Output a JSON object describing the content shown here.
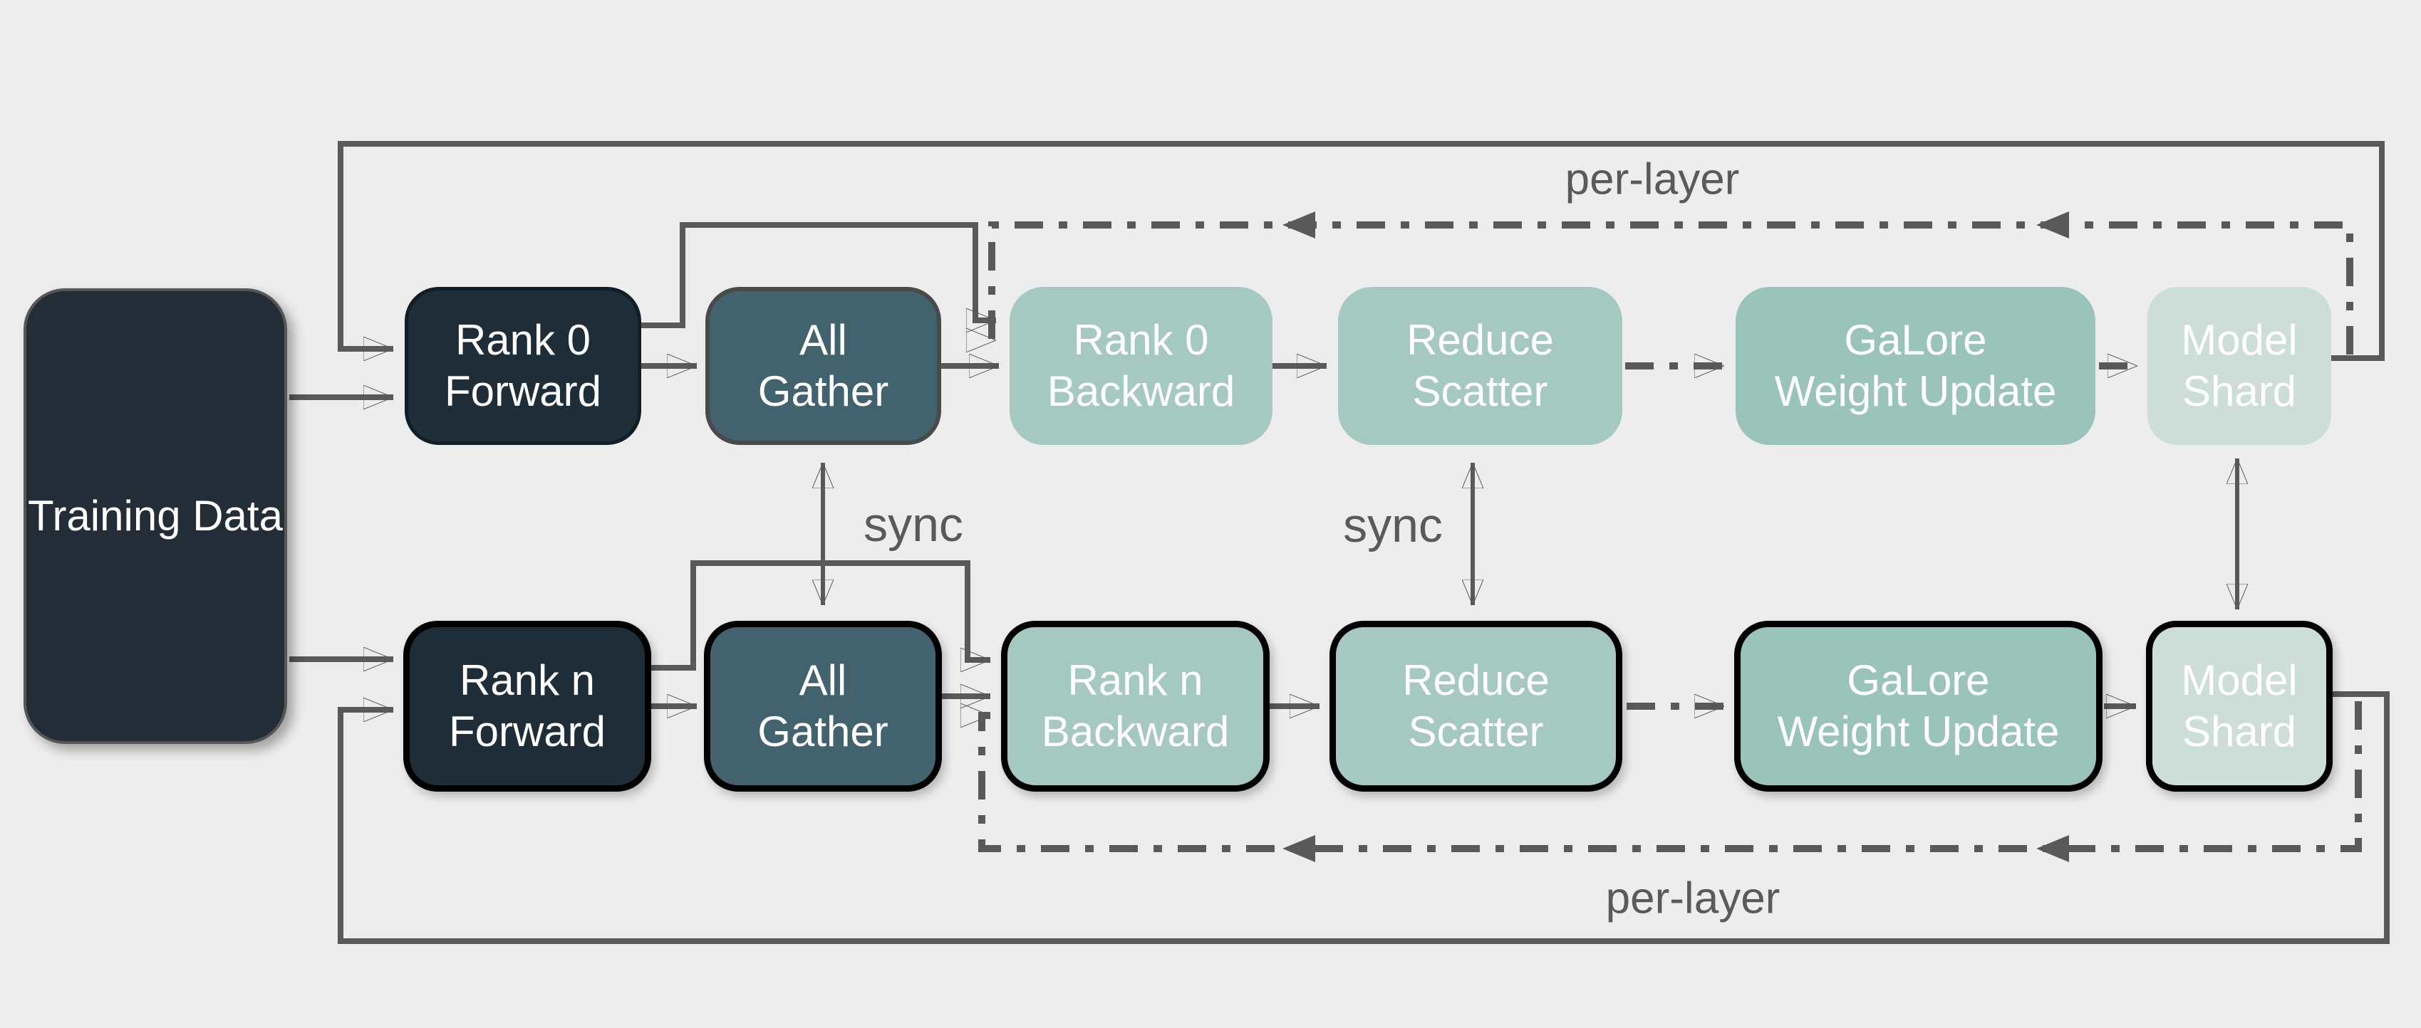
{
  "diagram": {
    "background_color": "#ededed",
    "connector_color": "#595959",
    "annotation_text_color": "#5a5a5a",
    "annotations": {
      "per_layer_top": "per-layer",
      "per_layer_bottom": "per-layer",
      "sync_all_gather": "sync",
      "sync_reduce_scatter": "sync"
    },
    "training_data": {
      "label": "Training Data",
      "fill": "#232d37",
      "text_color": "#ffffff"
    },
    "rows": [
      {
        "name": "rank-0",
        "nodes": [
          {
            "id": "rank-0-forward",
            "label": "Rank 0\nForward",
            "fill": "#1e2d38",
            "text_color": "#ffffff"
          },
          {
            "id": "all-gather",
            "label": "All\nGather",
            "fill": "#42636e",
            "text_color": "#ffffff"
          },
          {
            "id": "rank-0-backward",
            "label": "Rank 0\nBackward",
            "fill": "#a5c9c1",
            "text_color": "#ffffff"
          },
          {
            "id": "reduce-scatter",
            "label": "Reduce\nScatter",
            "fill": "#a5c9c1",
            "text_color": "#ffffff"
          },
          {
            "id": "galore-weight-update",
            "label": "GaLore\nWeight Update",
            "fill": "#9ac3b9",
            "text_color": "#ffffff"
          },
          {
            "id": "model-shard",
            "label": "Model\nShard",
            "fill": "#cdded9",
            "text_color": "#ffffff"
          }
        ]
      },
      {
        "name": "rank-n",
        "nodes": [
          {
            "id": "rank-n-forward",
            "label": "Rank n\nForward",
            "fill": "#1e2d38",
            "text_color": "#ffffff"
          },
          {
            "id": "all-gather",
            "label": "All\nGather",
            "fill": "#42636e",
            "text_color": "#ffffff"
          },
          {
            "id": "rank-n-backward",
            "label": "Rank n\nBackward",
            "fill": "#a5c9c1",
            "text_color": "#ffffff"
          },
          {
            "id": "reduce-scatter",
            "label": "Reduce\nScatter",
            "fill": "#a5c9c1",
            "text_color": "#ffffff"
          },
          {
            "id": "galore-weight-update",
            "label": "GaLore\nWeight Update",
            "fill": "#9ac3b9",
            "text_color": "#ffffff"
          },
          {
            "id": "model-shard",
            "label": "Model\nShard",
            "fill": "#cdded9",
            "text_color": "#ffffff"
          }
        ]
      }
    ]
  }
}
